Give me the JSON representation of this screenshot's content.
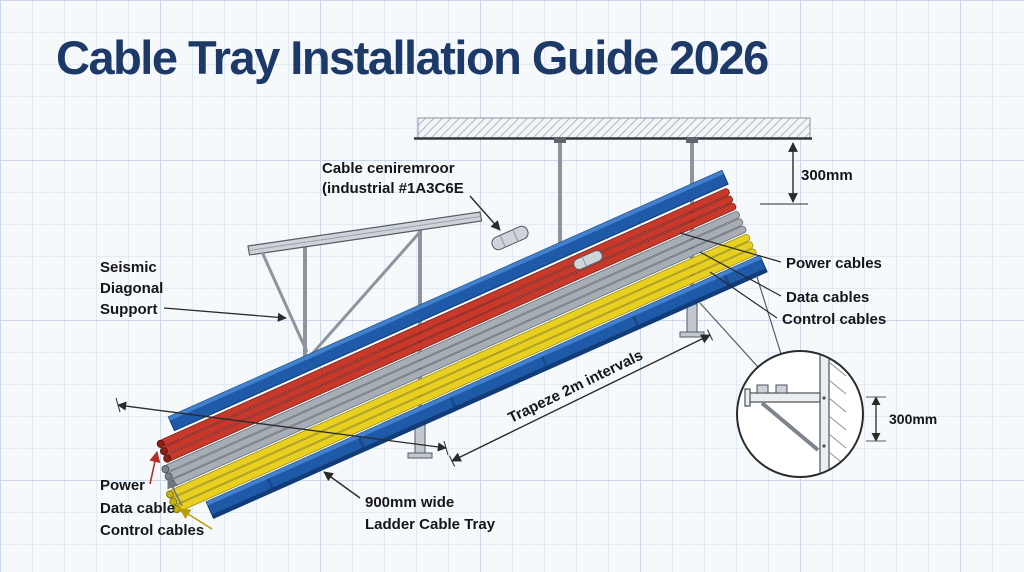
{
  "title": "Cable Tray Installation Guide 2026",
  "annotations": {
    "coupler_label": {
      "line1": "Cable ceniremroor",
      "line2": "(industrial #1A3C6E"
    },
    "seismic_label": {
      "line1": "Seismic",
      "line2": "Diagonal",
      "line3": "Support"
    },
    "right_labels": {
      "power": "Power cables",
      "data": "Data cables",
      "control": "Control cables"
    },
    "bottom_labels": {
      "power": "Power",
      "data": "Data cable",
      "control": "Control cables"
    },
    "tray_label": {
      "line1": "900mm wide",
      "line2": "Ladder Cable Tray"
    },
    "trapeze_label": "Trapeze 2m intervals"
  },
  "dimensions": {
    "ceiling_drop": "300mm",
    "detail_height": "300mm"
  },
  "colors": {
    "title": "#1d3968",
    "tray_blue": "#1e5aa8",
    "cable_red": "#c8392b",
    "cable_gray": "#a7adb4",
    "cable_yellow": "#e8d021",
    "steel": "#8d949c",
    "grid_line": "#c9d7e9",
    "ink": "#14161a"
  }
}
